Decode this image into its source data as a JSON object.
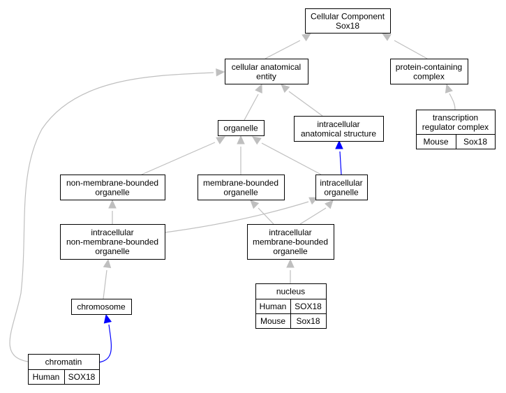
{
  "colors": {
    "human": "#f4624a",
    "mouse": "#add8e6",
    "edge_gray": "#bfbfbf",
    "edge_blue": "#0000ff"
  },
  "nodes": {
    "root": [
      "Cellular Component",
      "Sox18"
    ],
    "cae": [
      "cellular anatomical",
      "entity"
    ],
    "pcc": [
      "protein-containing",
      "complex"
    ],
    "trc": [
      "transcription",
      "regulator complex"
    ],
    "organelle": [
      "organelle"
    ],
    "ias": [
      "intracellular",
      "anatomical structure"
    ],
    "nmbo": [
      "non-membrane-bounded",
      "organelle"
    ],
    "mbo": [
      "membrane-bounded",
      "organelle"
    ],
    "io": [
      "intracellular",
      "organelle"
    ],
    "inmbo": [
      "intracellular",
      "non-membrane-bounded",
      "organelle"
    ],
    "imbo": [
      "intracellular",
      "membrane-bounded",
      "organelle"
    ],
    "chromosome": [
      "chromosome"
    ],
    "nucleus": [
      "nucleus"
    ],
    "chromatin": [
      "chromatin"
    ]
  },
  "annotations": {
    "trc": [
      {
        "species": "Mouse",
        "gene": "Sox18"
      }
    ],
    "nucleus": [
      {
        "species": "Human",
        "gene": "SOX18"
      },
      {
        "species": "Mouse",
        "gene": "Sox18"
      }
    ],
    "chromatin": [
      {
        "species": "Human",
        "gene": "SOX18"
      }
    ]
  }
}
